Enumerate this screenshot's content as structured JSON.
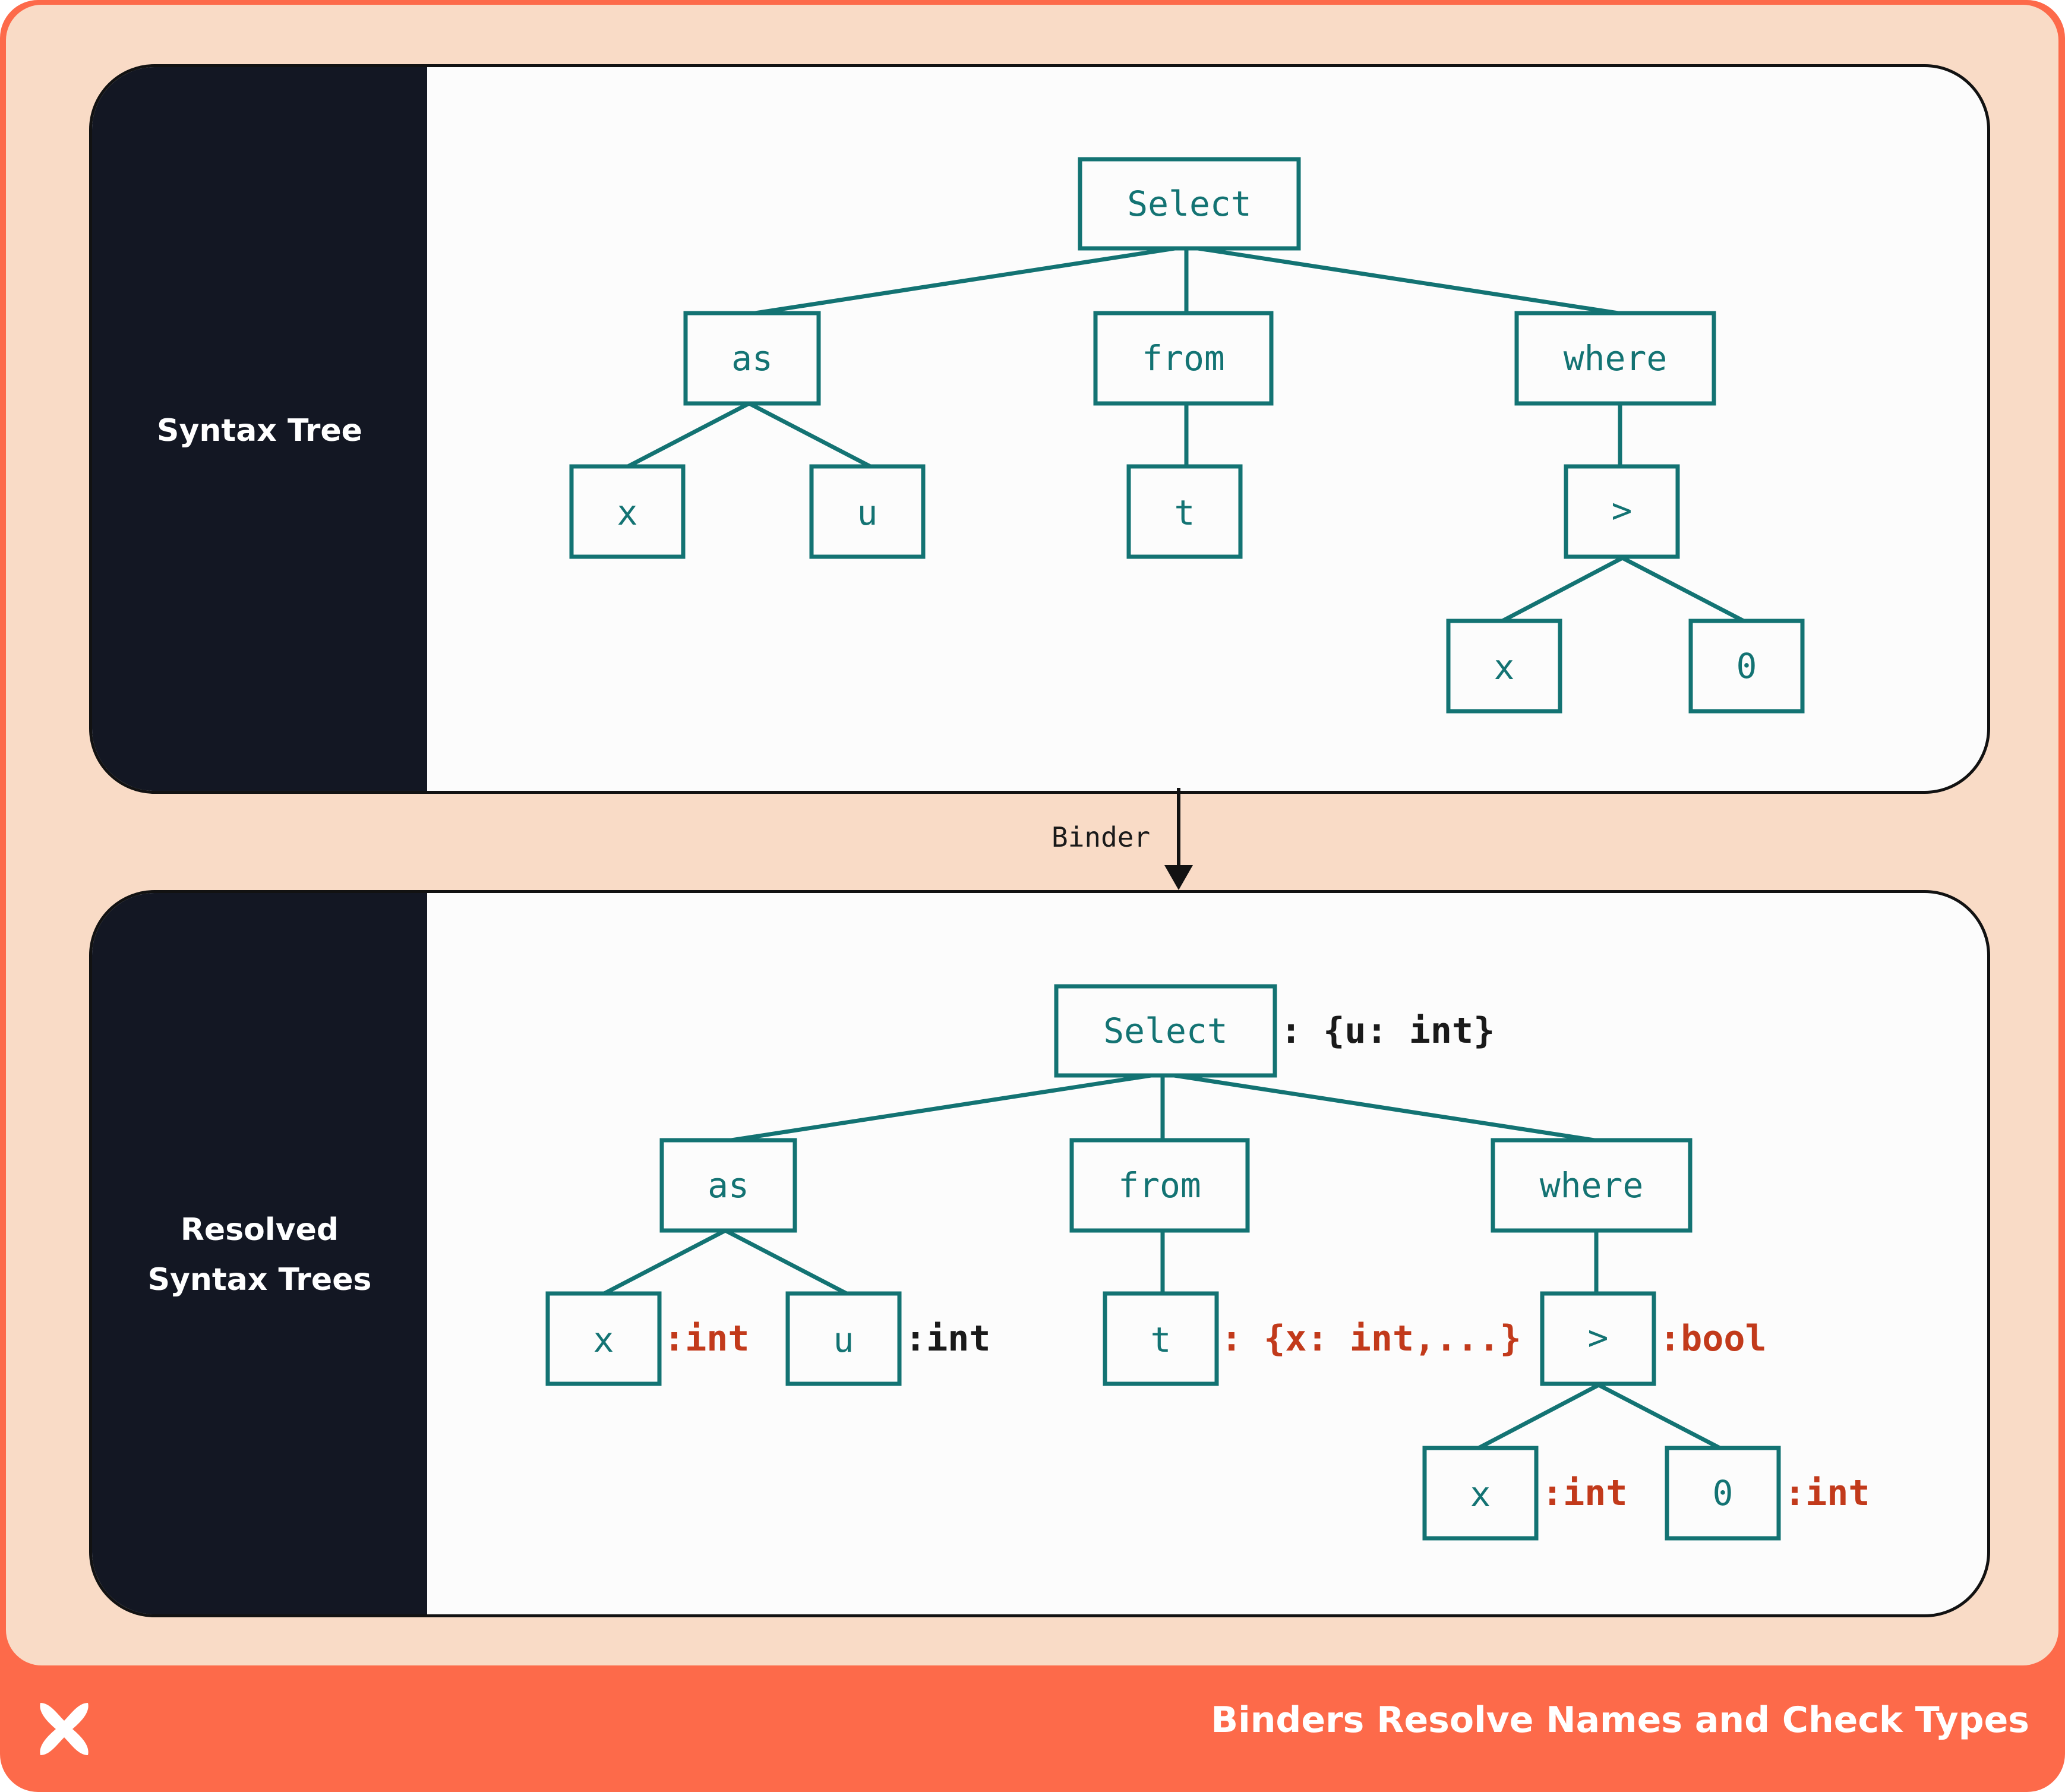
{
  "diagram": {
    "top_panel": {
      "label": "Syntax Tree",
      "nodes": {
        "select": "Select",
        "as": "as",
        "from": "from",
        "where": "where",
        "x": "x",
        "u": "u",
        "t": "t",
        "gt": ">",
        "x2": "x",
        "zero": "0"
      }
    },
    "arrow_label": "Binder",
    "bottom_panel": {
      "label_line1": "Resolved",
      "label_line2": "Syntax Trees",
      "nodes": {
        "select": "Select",
        "as": "as",
        "from": "from",
        "where": "where",
        "x": "x",
        "u": "u",
        "t": "t",
        "gt": ">",
        "x2": "x",
        "zero": "0"
      },
      "annotations": {
        "select": ": {u: int}",
        "x": ":int",
        "u": ":int",
        "t": ": {x: int,...}",
        "gt": ":bool",
        "x2": ":int",
        "zero": ":int"
      }
    },
    "footer_title": "Binders Resolve Names and Check Types",
    "colors": {
      "frame": "#fd6a4a",
      "background": "#f9dbc6",
      "panel_side": "#131723",
      "node_stroke": "#137373",
      "annotation_red": "#c23a1b",
      "annotation_black": "#1a1a1a"
    }
  }
}
